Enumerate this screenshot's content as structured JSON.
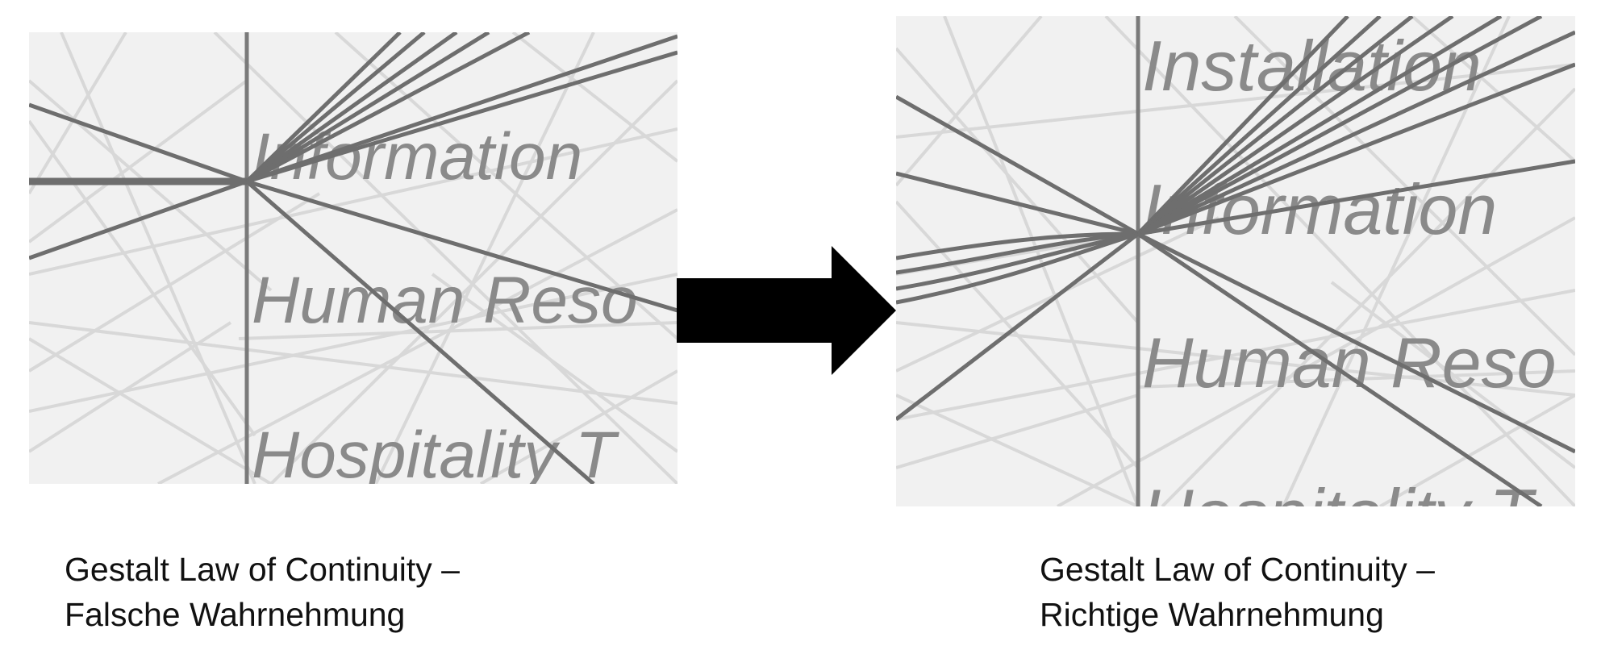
{
  "figure": {
    "left_panel": {
      "axis_labels": [
        "Information",
        "Human Reso",
        "Hospitality T"
      ],
      "caption_line1": "Gestalt Law of Continuity –",
      "caption_line2": "Falsche Wahrnehmung"
    },
    "right_panel": {
      "axis_labels": [
        "Installation",
        "Information",
        "Human Reso",
        "Hospitality T"
      ],
      "caption_line1": "Gestalt Law of Continuity –",
      "caption_line2": "Richtige Wahrnehmung"
    },
    "arrow_icon": "right-arrow-icon",
    "colors": {
      "background": "#f1f1f1",
      "axis": "#777777",
      "dark_lines": "#6e6e6e",
      "faint_lines": "#d2d2d2",
      "arrow": "#000000"
    }
  }
}
